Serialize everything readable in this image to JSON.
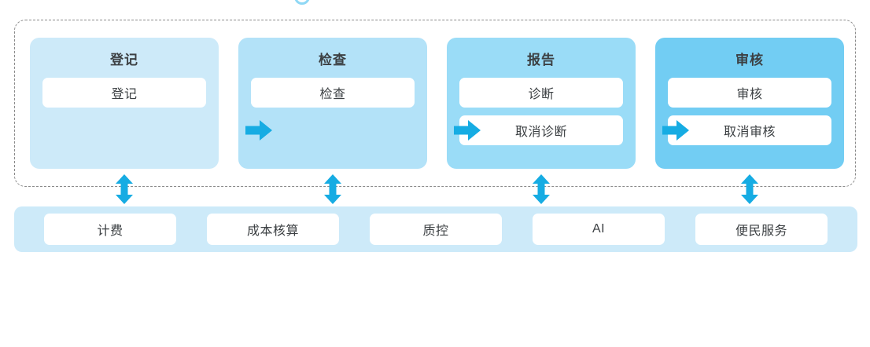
{
  "decoration": {
    "top_ring": "ring-shape",
    "ring_color": "#8fd8f5"
  },
  "flow": {
    "container_style": "dashed-rounded-box",
    "stages": [
      {
        "title": "登记",
        "color": "#cdeaf9",
        "actions": [
          "登记"
        ]
      },
      {
        "title": "检查",
        "color": "#b3e2f8",
        "actions": [
          "检查"
        ]
      },
      {
        "title": "报告",
        "color": "#9adcf7",
        "actions": [
          "诊断",
          "取消诊断"
        ]
      },
      {
        "title": "审核",
        "color": "#72cdf3",
        "actions": [
          "审核",
          "取消审核"
        ]
      }
    ],
    "arrows_right": [
      "arrow-right-icon",
      "arrow-right-icon",
      "arrow-right-icon"
    ],
    "arrows_updown": [
      "arrow-up-down-icon",
      "arrow-up-down-icon",
      "arrow-up-down-icon",
      "arrow-up-down-icon"
    ],
    "arrow_color": "#16ace3"
  },
  "support": {
    "bar_color": "#cdeaf9",
    "items": [
      {
        "label": "计费"
      },
      {
        "label": "成本核算"
      },
      {
        "label": "质控"
      },
      {
        "label": "AI"
      },
      {
        "label": "便民服务"
      }
    ]
  }
}
